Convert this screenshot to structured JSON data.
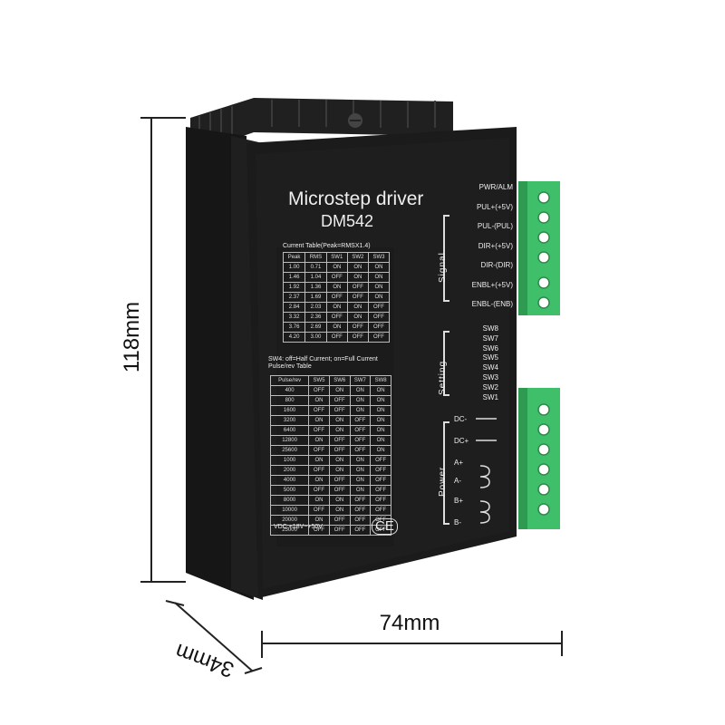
{
  "dimensions": {
    "height": "118mm",
    "width": "74mm",
    "depth": "34mm"
  },
  "label": {
    "title": "Microstep driver",
    "model": "DM542",
    "current_table_title": "Current Table(Peak=RMSX1.4)",
    "current_table": {
      "headers": [
        "Peak",
        "RMS",
        "SW1",
        "SW2",
        "SW3"
      ],
      "rows": [
        [
          "1.00",
          "0.71",
          "ON",
          "ON",
          "ON"
        ],
        [
          "1.46",
          "1.04",
          "OFF",
          "ON",
          "ON"
        ],
        [
          "1.92",
          "1.36",
          "ON",
          "OFF",
          "ON"
        ],
        [
          "2.37",
          "1.69",
          "OFF",
          "OFF",
          "ON"
        ],
        [
          "2.84",
          "2.03",
          "ON",
          "ON",
          "OFF"
        ],
        [
          "3.32",
          "2.36",
          "OFF",
          "ON",
          "OFF"
        ],
        [
          "3.76",
          "2.69",
          "ON",
          "OFF",
          "OFF"
        ],
        [
          "4.20",
          "3.00",
          "OFF",
          "OFF",
          "OFF"
        ]
      ]
    },
    "sw4_note": "SW4: off=Half Current; on=Full Current",
    "pulse_table_title": "Pulse/rev Table",
    "pulse_table": {
      "headers": [
        "Pulse/rev",
        "SW5",
        "SW6",
        "SW7",
        "SW8"
      ],
      "rows": [
        [
          "400",
          "OFF",
          "ON",
          "ON",
          "ON"
        ],
        [
          "800",
          "ON",
          "OFF",
          "ON",
          "ON"
        ],
        [
          "1600",
          "OFF",
          "OFF",
          "ON",
          "ON"
        ],
        [
          "3200",
          "ON",
          "ON",
          "OFF",
          "ON"
        ],
        [
          "6400",
          "OFF",
          "ON",
          "OFF",
          "ON"
        ],
        [
          "12800",
          "ON",
          "OFF",
          "OFF",
          "ON"
        ],
        [
          "25600",
          "OFF",
          "OFF",
          "OFF",
          "ON"
        ],
        [
          "1000",
          "ON",
          "ON",
          "ON",
          "OFF"
        ],
        [
          "2000",
          "OFF",
          "ON",
          "ON",
          "OFF"
        ],
        [
          "4000",
          "ON",
          "OFF",
          "ON",
          "OFF"
        ],
        [
          "5000",
          "OFF",
          "OFF",
          "ON",
          "OFF"
        ],
        [
          "8000",
          "ON",
          "ON",
          "OFF",
          "OFF"
        ],
        [
          "10000",
          "OFF",
          "ON",
          "OFF",
          "OFF"
        ],
        [
          "20000",
          "ON",
          "OFF",
          "OFF",
          "OFF"
        ],
        [
          "25000",
          "OFF",
          "OFF",
          "OFF",
          "OFF"
        ]
      ]
    },
    "vdc": "VDC:+18V~+50V",
    "ce_mark": "CE"
  },
  "groups": {
    "signal": "Signal",
    "setting": "Setting",
    "power": "Power"
  },
  "signal_pins": [
    "PWR/ALM",
    "PUL+(+5V)",
    "PUL-(PUL)",
    "DIR+(+5V)",
    "DIR-(DIR)",
    "ENBL+(+5V)",
    "ENBL-(ENB)"
  ],
  "setting_switches": [
    "SW8",
    "SW7",
    "SW6",
    "SW5",
    "SW4",
    "SW3",
    "SW2",
    "SW1"
  ],
  "power_pins": [
    "DC-",
    "DC+",
    "A+",
    "A-",
    "B+",
    "B-"
  ],
  "colors": {
    "body": "#1b1b1b",
    "heatsink": "#252525",
    "terminal": "#3fbf6a",
    "background": "#ffffff"
  }
}
